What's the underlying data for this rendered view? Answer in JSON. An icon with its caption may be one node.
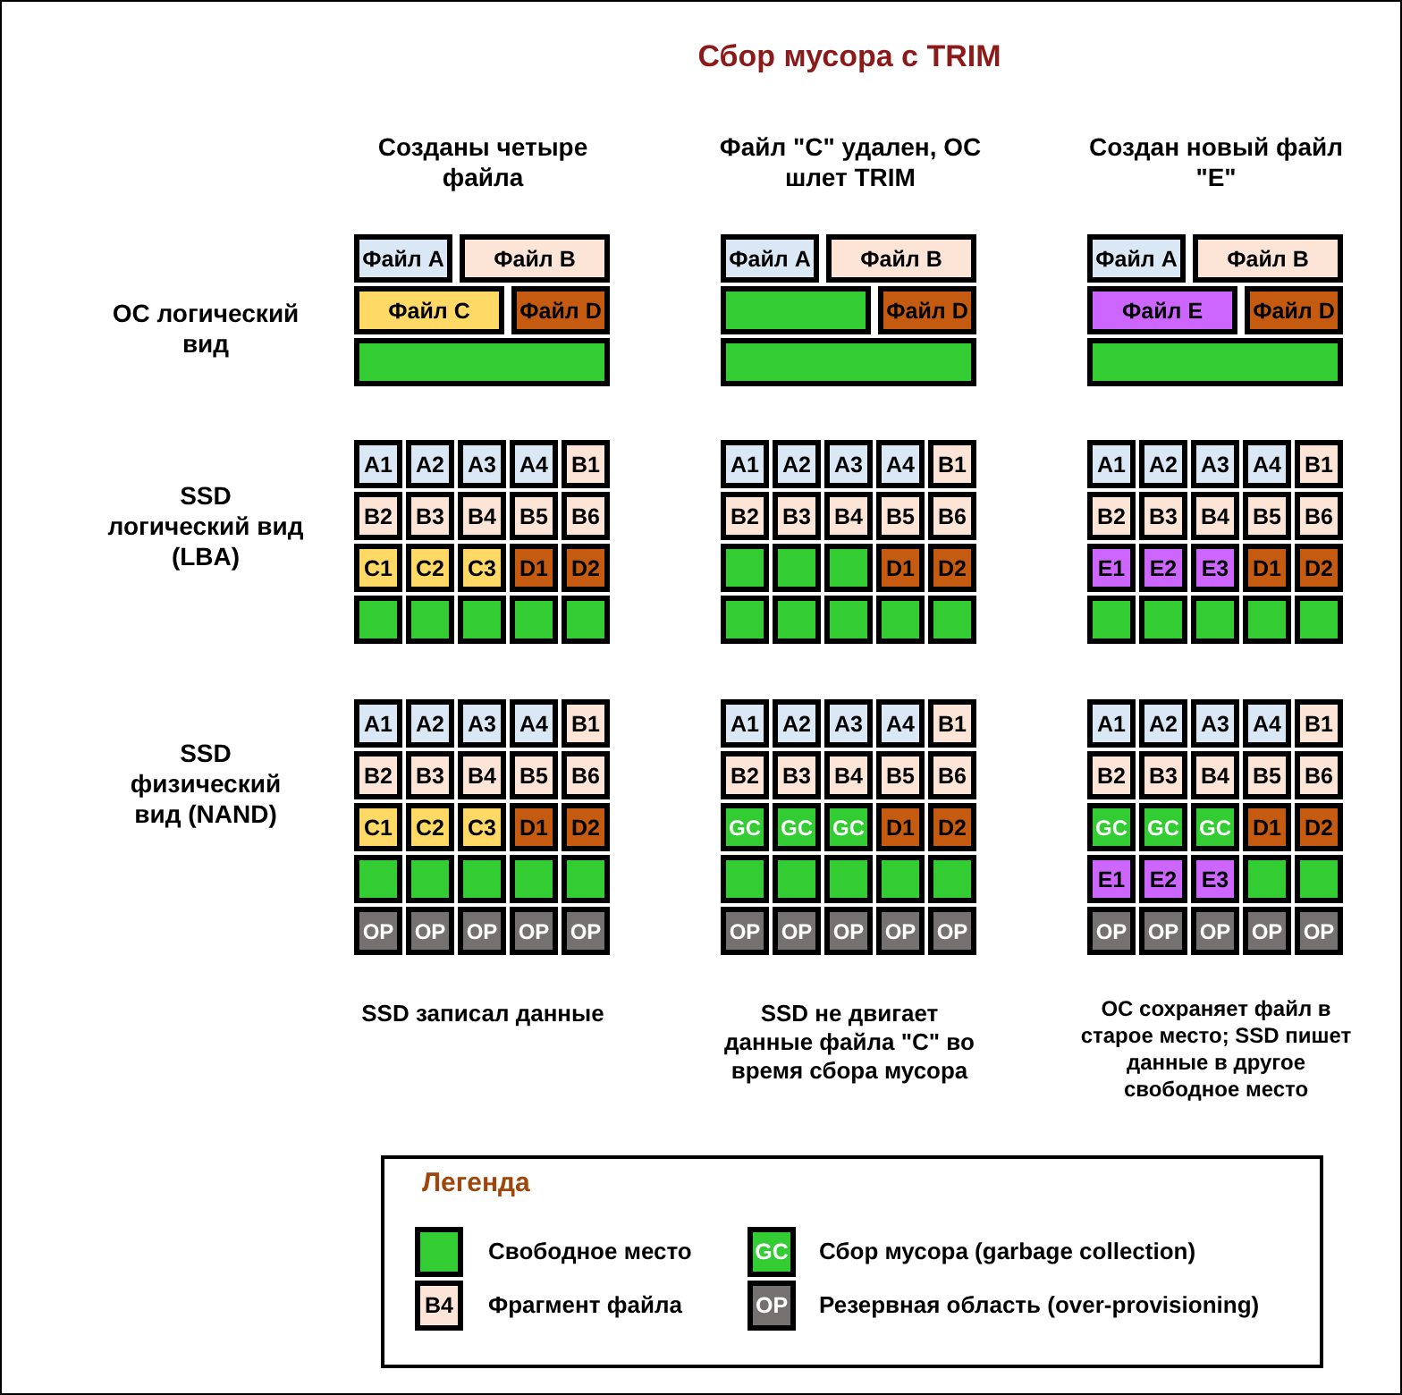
{
  "diagram": {
    "title": "Сбор мусора с TRIM",
    "nodes": [
      {
        "text": [
          "Файл A"
        ]
      },
      {
        "text": [
          "Файл B"
        ]
      },
      {
        "text": [
          "Файл C"
        ]
      },
      {
        "text": [
          "Файл D"
        ]
      },
      {
        "text": [],
        "shape": "box"
      },
      {
        "text": [
          "A1"
        ]
      },
      {
        "text": [
          "A2"
        ]
      },
      {
        "text": [
          "A3"
        ]
      },
      {
        "text": [
          "A4"
        ]
      },
      {
        "text": [
          "B1"
        ]
      },
      {
        "text": [
          "B2"
        ]
      },
      {
        "text": [
          "B3"
        ]
      },
      {
        "text": [
          "B4"
        ]
      },
      {
        "text": [
          "B5"
        ]
      },
      {
        "text": [
          "B6"
        ]
      },
      {
        "text": [
          "C1"
        ]
      },
      {
        "text": [
          "C2"
        ]
      },
      {
        "text": [
          "C3"
        ]
      },
      {
        "text": [
          "D1"
        ]
      },
      {
        "text": [
          "D2"
        ]
      },
      {
        "text": [],
        "shape": "box"
      },
      {
        "text": [],
        "shape": "box"
      },
      {
        "text": [],
        "shape": "box"
      },
      {
        "text": [],
        "shape": "box"
      },
      {
        "text": [],
        "shape": "box"
      },
      {
        "text": [
          "A1"
        ]
      },
      {
        "text": [
          "A2"
        ]
      },
      {
        "text": [
          "A3"
        ]
      },
      {
        "text": [
          "A4"
        ]
      },
      {
        "text": [
          "B1"
        ]
      },
      {
        "text": [
          "B2"
        ]
      },
      {
        "text": [
          "B3"
        ]
      },
      {
        "text": [
          "B4"
        ]
      },
      {
        "text": [
          "B5"
        ]
      },
      {
        "text": [
          "B6"
        ]
      },
      {
        "text": [
          "C1"
        ]
      },
      {
        "text": [
          "C2"
        ]
      },
      {
        "text": [
          "C3"
        ]
      },
      {
        "text": [
          "D1"
        ]
      },
      {
        "text": [
          "D2"
        ]
      },
      {
        "text": [],
        "shape": "box"
      },
      {
        "text": [],
        "shape": "box"
      },
      {
        "text": [],
        "shape": "box"
      },
      {
        "text": [],
        "shape": "box"
      },
      {
        "text": [],
        "shape": "box"
      },
      {
        "text": [
          "OP"
        ]
      },
      {
        "text": [
          "OP"
        ]
      },
      {
        "text": [
          "OP"
        ]
      },
      {
        "text": [
          "OP"
        ]
      },
      {
        "text": [
          "OP"
        ]
      },
      {
        "text": [
          "Файл A"
        ]
      },
      {
        "text": [
          "Файл B"
        ]
      },
      {
        "text": [],
        "shape": "box"
      },
      {
        "text": [
          "Файл D"
        ]
      },
      {
        "text": [],
        "shape": "box"
      },
      {
        "text": [
          "A1"
        ]
      },
      {
        "text": [
          "A2"
        ]
      },
      {
        "text": [
          "A3"
        ]
      },
      {
        "text": [
          "A4"
        ]
      },
      {
        "text": [
          "B1"
        ]
      },
      {
        "text": [
          "B2"
        ]
      },
      {
        "text": [
          "B3"
        ]
      },
      {
        "text": [
          "B4"
        ]
      },
      {
        "text": [
          "B5"
        ]
      },
      {
        "text": [
          "B6"
        ]
      },
      {
        "text": [],
        "shape": "box"
      },
      {
        "text": [],
        "shape": "box"
      },
      {
        "text": [],
        "shape": "box"
      },
      {
        "text": [
          "D1"
        ]
      },
      {
        "text": [
          "D2"
        ]
      },
      {
        "text": [],
        "shape": "box"
      },
      {
        "text": [],
        "shape": "box"
      },
      {
        "text": [],
        "shape": "box"
      },
      {
        "text": [],
        "shape": "box"
      },
      {
        "text": [],
        "shape": "box"
      },
      {
        "text": [
          "A1"
        ]
      },
      {
        "text": [
          "A2"
        ]
      },
      {
        "text": [
          "A3"
        ]
      },
      {
        "text": [
          "A4"
        ]
      },
      {
        "text": [
          "B1"
        ]
      },
      {
        "text": [
          "B2"
        ]
      },
      {
        "text": [
          "B3"
        ]
      },
      {
        "text": [
          "B4"
        ]
      },
      {
        "text": [
          "B5"
        ]
      },
      {
        "text": [
          "B6"
        ]
      },
      {
        "text": [
          "GC"
        ]
      },
      {
        "text": [
          "GC"
        ]
      },
      {
        "text": [
          "GC"
        ]
      },
      {
        "text": [
          "D1"
        ]
      },
      {
        "text": [
          "D2"
        ]
      },
      {
        "text": [],
        "shape": "box"
      },
      {
        "text": [],
        "shape": "box"
      },
      {
        "text": [],
        "shape": "box"
      },
      {
        "text": [],
        "shape": "box"
      },
      {
        "text": [],
        "shape": "box"
      },
      {
        "text": [
          "OP"
        ]
      },
      {
        "text": [
          "OP"
        ]
      },
      {
        "text": [
          "OP"
        ]
      },
      {
        "text": [
          "OP"
        ]
      },
      {
        "text": [
          "OP"
        ]
      },
      {
        "text": [
          "Файл A"
        ]
      },
      {
        "text": [
          "Файл B"
        ]
      },
      {
        "text": [
          "Файл E"
        ]
      },
      {
        "text": [
          "Файл D"
        ]
      },
      {
        "text": [],
        "shape": "box"
      },
      {
        "text": [
          "A1"
        ]
      },
      {
        "text": [
          "A2"
        ]
      },
      {
        "text": [
          "A3"
        ]
      },
      {
        "text": [
          "A4"
        ]
      },
      {
        "text": [
          "B1"
        ]
      },
      {
        "text": [
          "B2"
        ]
      },
      {
        "text": [
          "B3"
        ]
      },
      {
        "text": [
          "B4"
        ]
      },
      {
        "text": [
          "B5"
        ]
      },
      {
        "text": [
          "B6"
        ]
      },
      {
        "text": [
          "E1"
        ]
      },
      {
        "text": [
          "E2"
        ]
      },
      {
        "text": [
          "E3"
        ]
      },
      {
        "text": [
          "D1"
        ]
      },
      {
        "text": [
          "D2"
        ]
      },
      {
        "text": [],
        "shape": "box"
      },
      {
        "text": [],
        "shape": "box"
      },
      {
        "text": [],
        "shape": "box"
      },
      {
        "text": [],
        "shape": "box"
      },
      {
        "text": [],
        "shape": "box"
      },
      {
        "text": [
          "A1"
        ]
      },
      {
        "text": [
          "A2"
        ]
      },
      {
        "text": [
          "A3"
        ]
      },
      {
        "text": [
          "A4"
        ]
      },
      {
        "text": [
          "B1"
        ]
      },
      {
        "text": [
          "B2"
        ]
      },
      {
        "text": [
          "B3"
        ]
      },
      {
        "text": [
          "B4"
        ]
      },
      {
        "text": [
          "B5"
        ]
      },
      {
        "text": [
          "B6"
        ]
      },
      {
        "text": [
          "GC"
        ]
      },
      {
        "text": [
          "GC"
        ]
      },
      {
        "text": [
          "GC"
        ]
      },
      {
        "text": [
          "D1"
        ]
      },
      {
        "text": [
          "D2"
        ]
      },
      {
        "text": [
          "E1"
        ]
      },
      {
        "text": [
          "E2"
        ]
      },
      {
        "text": [
          "E3"
        ]
      },
      {
        "text": [],
        "shape": "box"
      },
      {
        "text": [],
        "shape": "box"
      },
      {
        "text": [
          "OP"
        ]
      },
      {
        "text": [
          "OP"
        ]
      },
      {
        "text": [
          "OP"
        ]
      },
      {
        "text": [
          "OP"
        ]
      },
      {
        "text": [
          "OP"
        ]
      }
    ],
    "labels": [
      "Созданы четыре файла",
      "Файл \"C\" удален, ОС шлет TRIM",
      "Создан новый файл \"E\"",
      "ОС логический вид",
      "SSD логический вид (LBA)",
      "SSD физический вид (NAND)",
      "SSD записал данные",
      "SSD не двигает данные файла \"C\" во время сбора мусора",
      "ОС сохраняет файл в старое место; SSD пишет данные в другое свободное место",
      "Легенда",
      "B4",
      "GC",
      "OP"
    ],
    "legend": [
      {
        "text": "Свободное место",
        "color": "#33cc33"
      },
      {
        "text": "Фрагмент файла",
        "color": "#fce4d6"
      },
      {
        "text": "Сбор мусора (garbage collection)",
        "color": "#33cc33"
      },
      {
        "text": "Резервная область (over-provisioning)",
        "color": "#767171"
      }
    ]
  }
}
